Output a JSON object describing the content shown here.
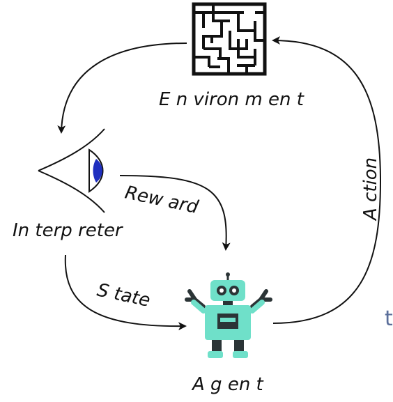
{
  "diagram": {
    "nodes": {
      "environment": {
        "label": "E n viron m en t",
        "icon": "maze-icon"
      },
      "interpreter": {
        "label": "In terp reter",
        "icon": "eye-icon"
      },
      "agent": {
        "label": "A g en t",
        "icon": "robot-icon"
      }
    },
    "edges": [
      {
        "name": "reward",
        "label": "Rew ard"
      },
      {
        "name": "state",
        "label": "S tate"
      },
      {
        "name": "action",
        "label": "A ction"
      }
    ],
    "edge_cut_text": "t"
  },
  "colors": {
    "robot": "#6fe0c9",
    "robot_dark": "#2b3436",
    "eye_iris": "#1f2fbf",
    "stroke": "#111111",
    "cut_text": "#5a6e9a"
  }
}
